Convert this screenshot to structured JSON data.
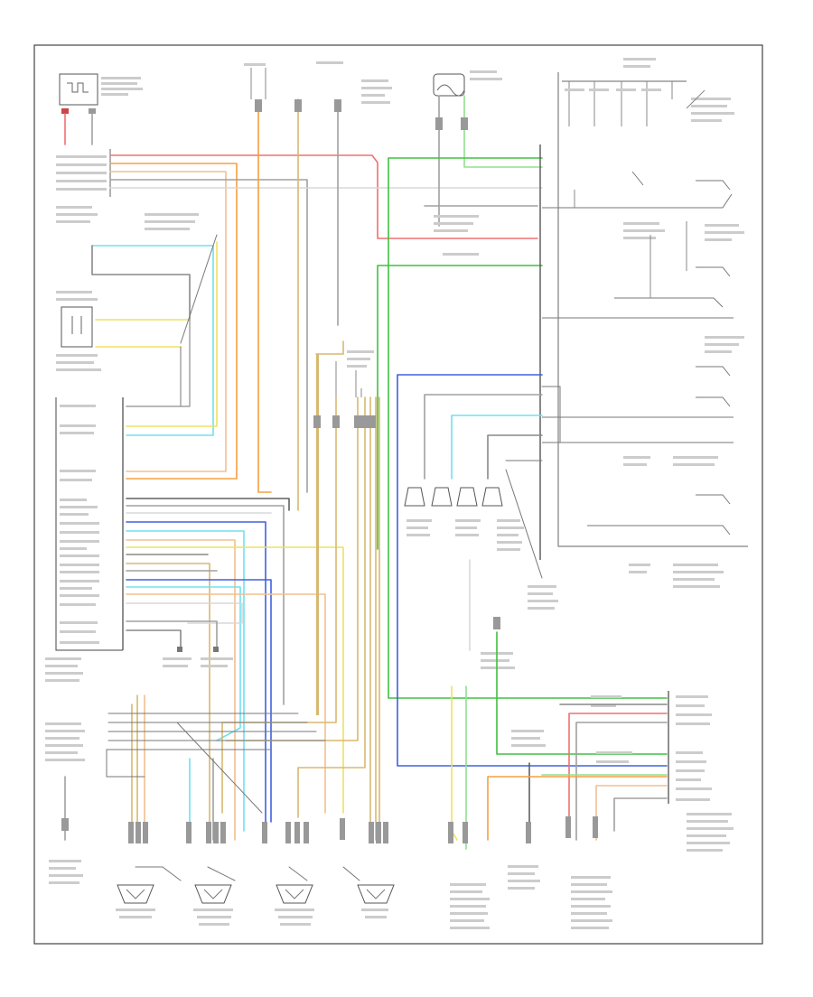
{
  "diagram": {
    "footer_code": "",
    "colors": {
      "red": "#f07070",
      "orange": "#f5a040",
      "tan": "#d8b870",
      "yellow": "#f0e060",
      "green": "#40c040",
      "lightgreen": "#90e090",
      "blue": "#4060e0",
      "lightblue": "#70e0f0",
      "gray": "#a0a0a0",
      "darkgray": "#606060",
      "black": "#333333",
      "white": "#d8d8d8"
    },
    "components": [
      {
        "id": "blower-motor-resistor"
      },
      {
        "id": "blower-control-module"
      },
      {
        "id": "ambient-sensor"
      },
      {
        "id": "hvac-control-module"
      },
      {
        "id": "ac-compressor-relay"
      },
      {
        "id": "ac-pressure-switch"
      },
      {
        "id": "ac-clutch-relay"
      },
      {
        "id": "recirculation-actuator"
      },
      {
        "id": "left-air-temperature-actuator"
      },
      {
        "id": "right-air-temperature-actuator"
      },
      {
        "id": "mode-actuator"
      },
      {
        "id": "engine-coolant-temperature-sensor"
      },
      {
        "id": "engine-oil-pressure-sensor"
      },
      {
        "id": "ac-refrigerant-pressure-sensor"
      },
      {
        "id": "powertrain-control-module"
      },
      {
        "id": "left-blend-door-actuator"
      },
      {
        "id": "right-blend-door-actuator"
      }
    ]
  }
}
